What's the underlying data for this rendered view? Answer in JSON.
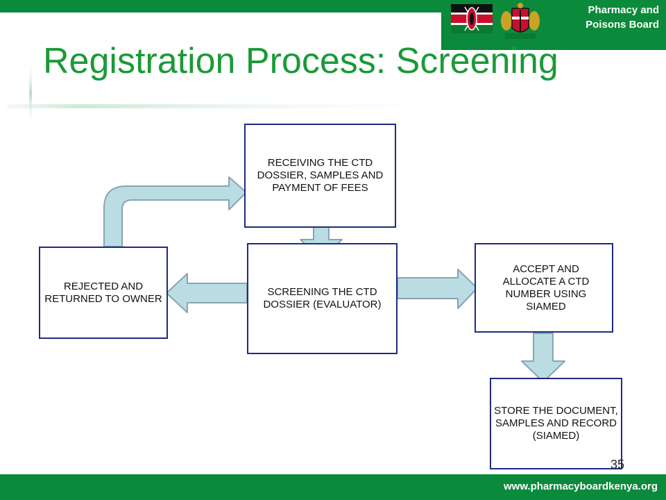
{
  "header": {
    "board_name_line1": "Pharmacy and",
    "board_name_line2": "Poisons Board"
  },
  "title": "Registration Process: Screening",
  "flow": {
    "receiving": "RECEIVING THE CTD DOSSIER, SAMPLES AND PAYMENT OF FEES",
    "screening": "SCREENING THE CTD DOSSIER (EVALUATOR)",
    "rejected": "REJECTED AND RETURNED TO OWNER",
    "accept": "ACCEPT AND ALLOCATE A CTD NUMBER USING SIAMED",
    "store": "STORE THE DOCUMENT, SAMPLES AND RECORD (SIAMED)"
  },
  "footer": {
    "website": "www.pharmacyboardkenya.org",
    "page_number": "35"
  },
  "colors": {
    "brand_green": "#0a8a3a",
    "title_green": "#1a9a37",
    "box_border": "#1f2a80",
    "arrow_fill": "#b9dde3",
    "arrow_stroke": "#8aa3b3"
  },
  "icons": [
    "kenya-flag-icon",
    "coat-of-arms-icon"
  ]
}
